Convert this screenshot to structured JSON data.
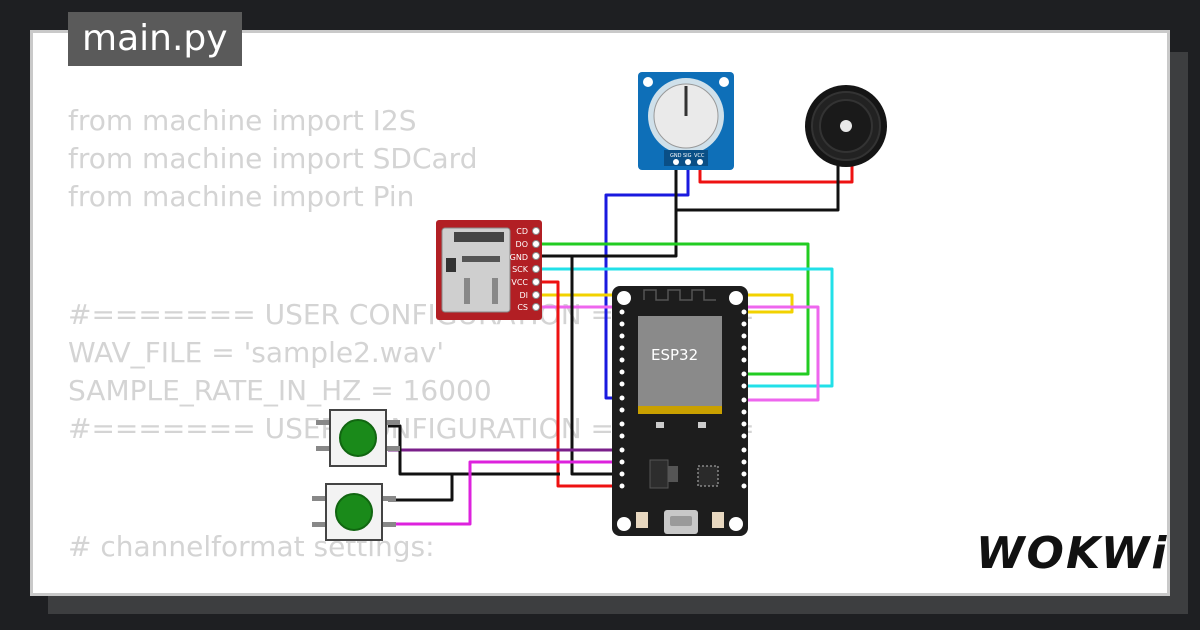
{
  "tab": {
    "label": "main.py"
  },
  "code_lines": [
    "from machine import I2S",
    "from machine import SDCard",
    "from machine import Pin",
    "",
    "",
    "#======= USER CONFIGURATION =======",
    "WAV_FILE = 'sample2.wav'",
    "SAMPLE_RATE_IN_HZ = 16000",
    "#======= USER CONFIGURATION =======",
    "",
    "",
    "# channelformat settings:"
  ],
  "sd_module": {
    "pins": [
      "CD",
      "DO",
      "GND",
      "SCK",
      "VCC",
      "DI",
      "CS"
    ]
  },
  "potentiometer": {
    "pins": [
      "GND",
      "SIG",
      "VCC"
    ]
  },
  "esp32": {
    "label": "ESP32"
  },
  "logo": {
    "text": "WOKWi"
  },
  "colors": {
    "wire_blue": "#1a1adf",
    "wire_red": "#ee1111",
    "wire_black": "#111111",
    "wire_green": "#22cc22",
    "wire_cyan": "#22e0e8",
    "wire_yellow": "#f2d200",
    "wire_pink": "#ee66ee",
    "wire_magenta": "#dd22dd",
    "wire_purple": "#7a1f8a",
    "sd_board": "#b21f24",
    "pot_board": "#0e6fb8",
    "esp_board": "#1d1d1d",
    "button_cap": "#1a8a1a"
  }
}
